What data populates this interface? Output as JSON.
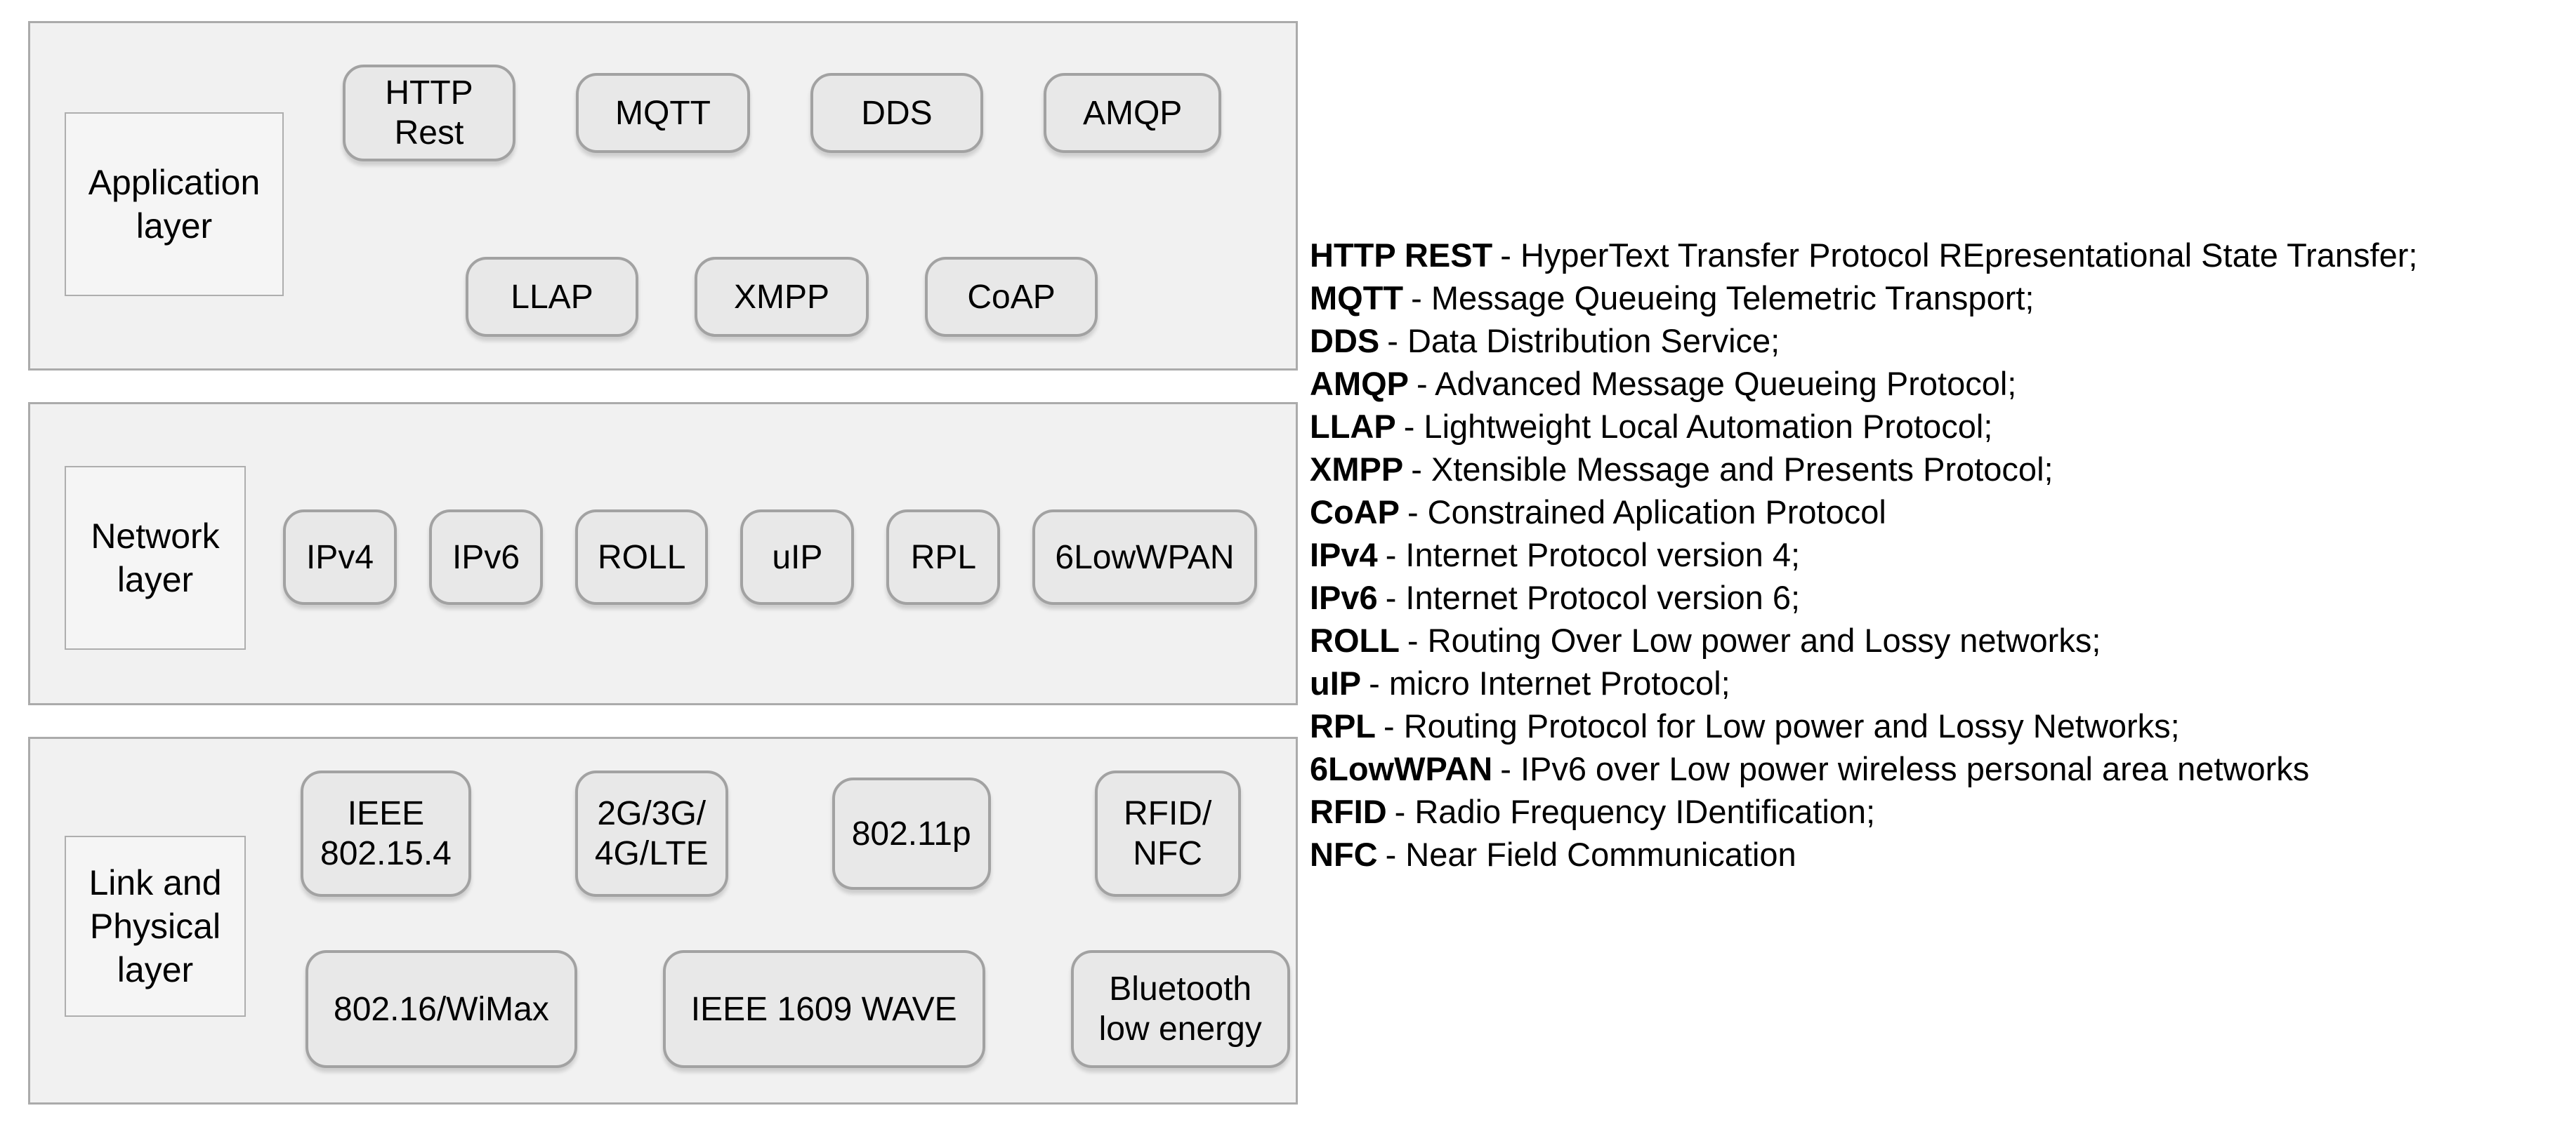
{
  "diagram": {
    "layers": [
      {
        "label": "Application\nlayer",
        "rows": [
          {
            "boxes": [
              "HTTP\nRest",
              "MQTT",
              "DDS",
              "AMQP"
            ]
          },
          {
            "boxes": [
              "LLAP",
              "XMPP",
              "CoAP"
            ]
          }
        ]
      },
      {
        "label": "Network\nlayer",
        "rows": [
          {
            "boxes": [
              "IPv4",
              "IPv6",
              "ROLL",
              "uIP",
              "RPL",
              "6LowWPAN"
            ]
          }
        ]
      },
      {
        "label": "Link and\nPhysical\nlayer",
        "rows": [
          {
            "boxes": [
              "IEEE\n802.15.4",
              "2G/3G/\n4G/LTE",
              "802.11p",
              "RFID/\nNFC"
            ]
          },
          {
            "boxes": [
              "802.16/WiMax",
              "IEEE 1609 WAVE",
              "Bluetooth\nlow energy"
            ]
          }
        ]
      }
    ]
  },
  "legend": {
    "items": [
      {
        "abbr": "HTTP REST",
        "desc": "- HyperText Transfer Protocol REpresentational State Transfer;"
      },
      {
        "abbr": "MQTT",
        "desc": "- Message Queueing Telemetric Transport;"
      },
      {
        "abbr": "DDS",
        "desc": "- Data Distribution Service;"
      },
      {
        "abbr": "AMQP",
        "desc": "- Advanced Message Queueing Protocol;"
      },
      {
        "abbr": "LLAP",
        "desc": "- Lightweight Local Automation Protocol;"
      },
      {
        "abbr": "XMPP",
        "desc": "- Xtensible Message and Presents Protocol;"
      },
      {
        "abbr": "CoAP",
        "desc": "- Constrained Aplication Protocol"
      },
      {
        "abbr": "IPv4",
        "desc": "- Internet Protocol version 4;"
      },
      {
        "abbr": "IPv6",
        "desc": "- Internet Protocol version 6;"
      },
      {
        "abbr": "ROLL",
        "desc": "- Routing Over Low power and Lossy networks;"
      },
      {
        "abbr": "uIP",
        "desc": "- micro Internet Protocol;"
      },
      {
        "abbr": "RPL",
        "desc": "- Routing Protocol for Low power and Lossy Networks;"
      },
      {
        "abbr": "6LowWPAN",
        "desc": "- IPv6 over Low power wireless personal area networks"
      },
      {
        "abbr": "RFID",
        "desc": "- Radio Frequency IDentification;"
      },
      {
        "abbr": "NFC",
        "desc": "- Near Field Communication"
      }
    ]
  },
  "colors": {
    "canvas": "#ffffff",
    "layer_fill": "#f1f1f1",
    "layer_border": "#ababab",
    "box_fill": "#e8e8e8",
    "box_border": "#a2a2a2",
    "label_fill": "#f5f5f5",
    "label_border": "#aeaeae",
    "text": "#000000"
  }
}
